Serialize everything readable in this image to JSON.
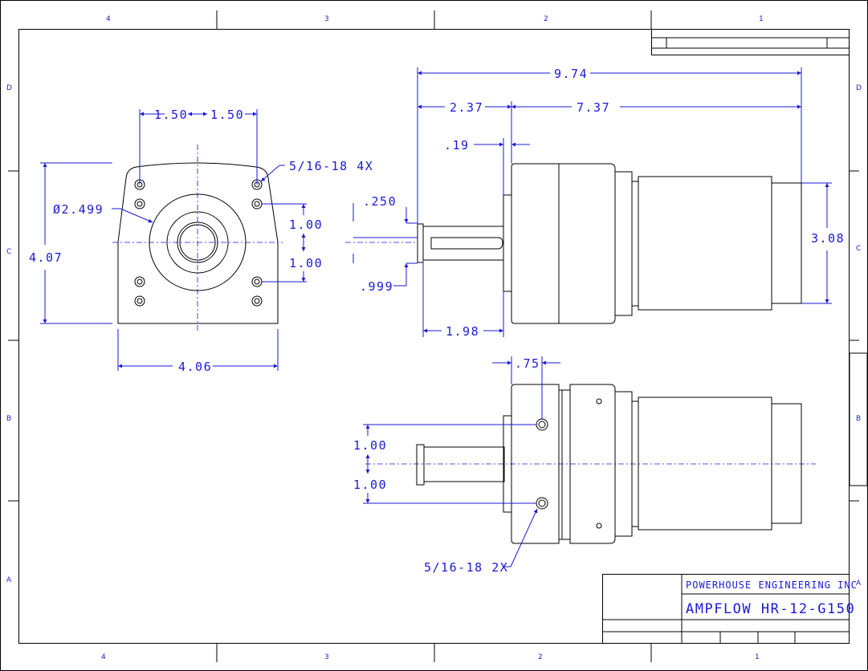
{
  "drawing": {
    "zones_top": [
      "4",
      "3",
      "2",
      "1"
    ],
    "zones_bottom": [
      "4",
      "3",
      "2",
      "1"
    ],
    "zones_left": [
      "D",
      "C",
      "B",
      "A"
    ],
    "zones_right": [
      "D",
      "C",
      "B",
      "A"
    ],
    "title_block": {
      "company": "POWERHOUSE ENGINEERING INC",
      "title": "AMPFLOW HR-12-G150"
    }
  },
  "dimensions": {
    "front_half_left": "1.50",
    "front_half_right": "1.50",
    "thread_4x": "5/16-18 4X",
    "bore_dia": "Ø2.499",
    "hole_spacing_upper": "1.00",
    "hole_spacing_lower": "1.00",
    "height": "4.07",
    "width": "4.06",
    "overall_length": "9.74",
    "shaft_length": "2.37",
    "body_length": "7.37",
    "flange_thickness": ".19",
    "keyway_width": ".250",
    "shaft_dia": ".999",
    "shaft_to_face": "1.98",
    "motor_dia": "3.08",
    "hole_offset": ".75",
    "bottom_spacing_upper": "1.00",
    "bottom_spacing_lower": "1.00",
    "thread_2x": "5/16-18 2X"
  }
}
